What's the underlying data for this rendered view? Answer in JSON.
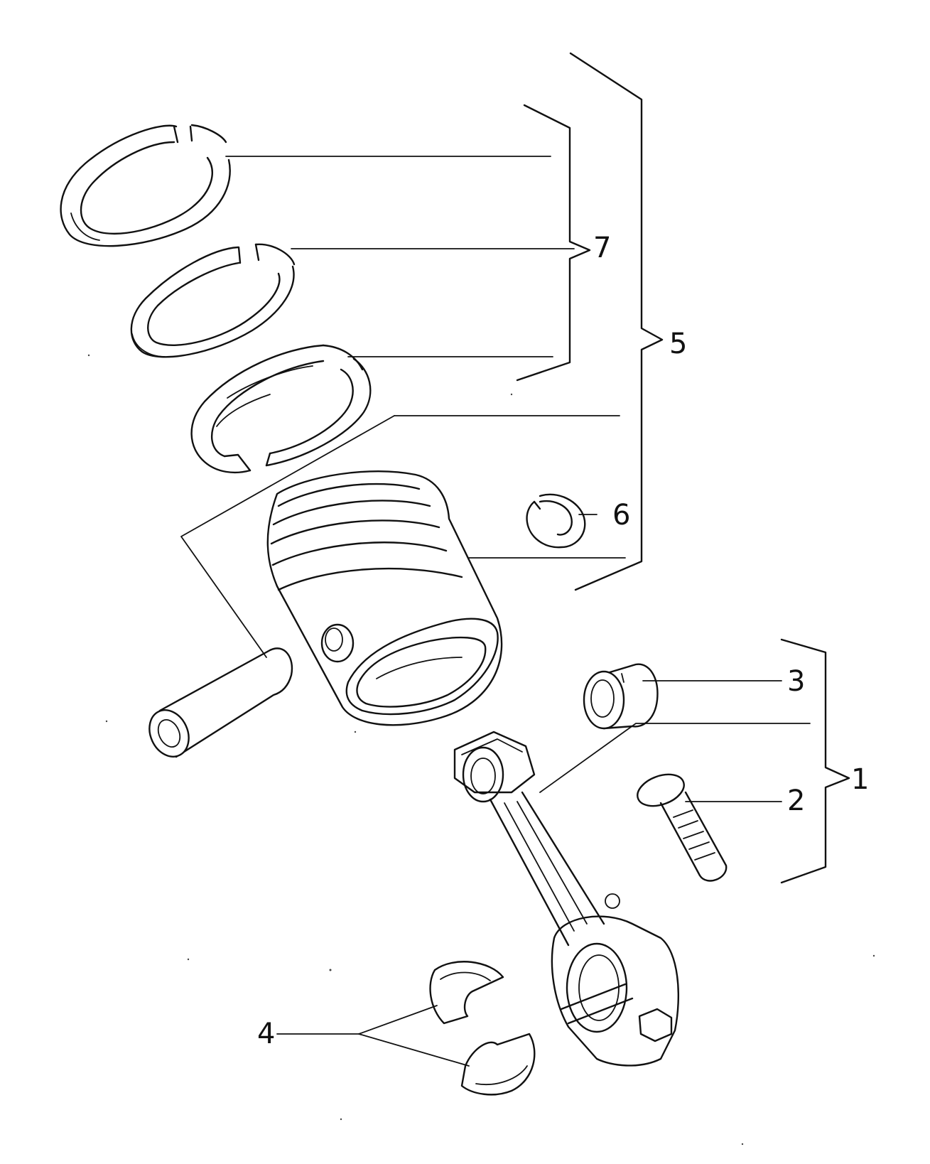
{
  "diagram": {
    "type": "exploded parts diagram",
    "callouts": [
      {
        "id": "1",
        "label": "1"
      },
      {
        "id": "2",
        "label": "2"
      },
      {
        "id": "3",
        "label": "3"
      },
      {
        "id": "4",
        "label": "4"
      },
      {
        "id": "5",
        "label": "5"
      },
      {
        "id": "6",
        "label": "6"
      },
      {
        "id": "7",
        "label": "7"
      }
    ]
  }
}
